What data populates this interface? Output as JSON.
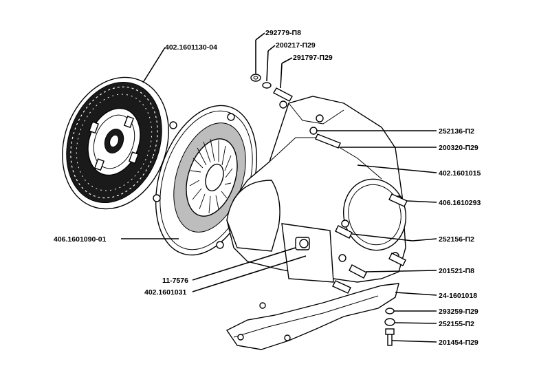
{
  "diagram": {
    "labels": {
      "clutch_disc": "402.1601130-04",
      "nut_top": "292779-П8",
      "washer_top": "200217-П29",
      "stud_top": "291797-П29",
      "bolt_252136": "252136-П2",
      "washer_200320": "200320-П29",
      "housing": "402.1601015",
      "stud_406": "406.1610293",
      "pressure_plate": "406.1601090-01",
      "bolt_252156": "252156-П2",
      "bolt_201521": "201521-П8",
      "part_11_7576": "11-7576",
      "part_402_1601031": "402.1601031",
      "cover_24": "24-1601018",
      "washer_293259": "293259-П29",
      "nut_252155": "252155-П2",
      "bolt_201454": "201454-П29"
    }
  }
}
